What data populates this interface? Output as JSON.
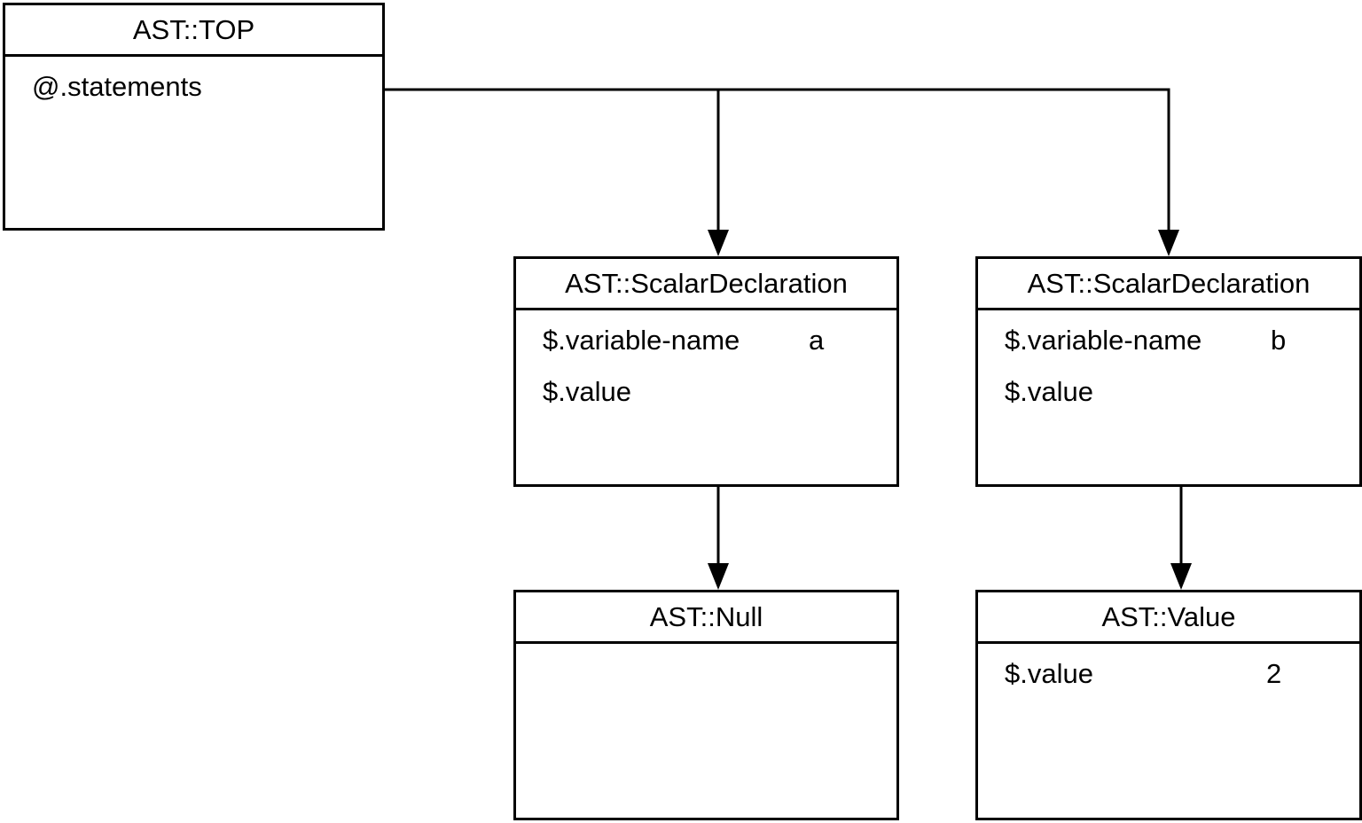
{
  "diagram": {
    "title": "AST dump diagram",
    "type": "ast-tree",
    "background_color": "#ffffff",
    "line_color": "#000000",
    "text_color": "#000000"
  },
  "nodes": {
    "top": {
      "title": "AST::TOP",
      "fields": [
        {
          "key": "@.statements",
          "value": ""
        }
      ]
    },
    "decl_a": {
      "title": "AST::ScalarDeclaration",
      "fields": [
        {
          "key": "$.variable-name",
          "value": "a"
        },
        {
          "key": "$.value",
          "value": ""
        }
      ]
    },
    "decl_b": {
      "title": "AST::ScalarDeclaration",
      "fields": [
        {
          "key": "$.variable-name",
          "value": "b"
        },
        {
          "key": "$.value",
          "value": ""
        }
      ]
    },
    "null_node": {
      "title": "AST::Null",
      "fields": []
    },
    "value_node": {
      "title": "AST::Value",
      "fields": [
        {
          "key": "$.value",
          "value": "2"
        }
      ]
    }
  },
  "edges": [
    {
      "from": "top.@.statements",
      "to": "decl_a",
      "arrow": true
    },
    {
      "from": "top.@.statements",
      "to": "decl_b",
      "arrow": true
    },
    {
      "from": "decl_a.$.value",
      "to": "null_node",
      "arrow": true
    },
    {
      "from": "decl_b.$.value",
      "to": "value_node",
      "arrow": true
    }
  ]
}
